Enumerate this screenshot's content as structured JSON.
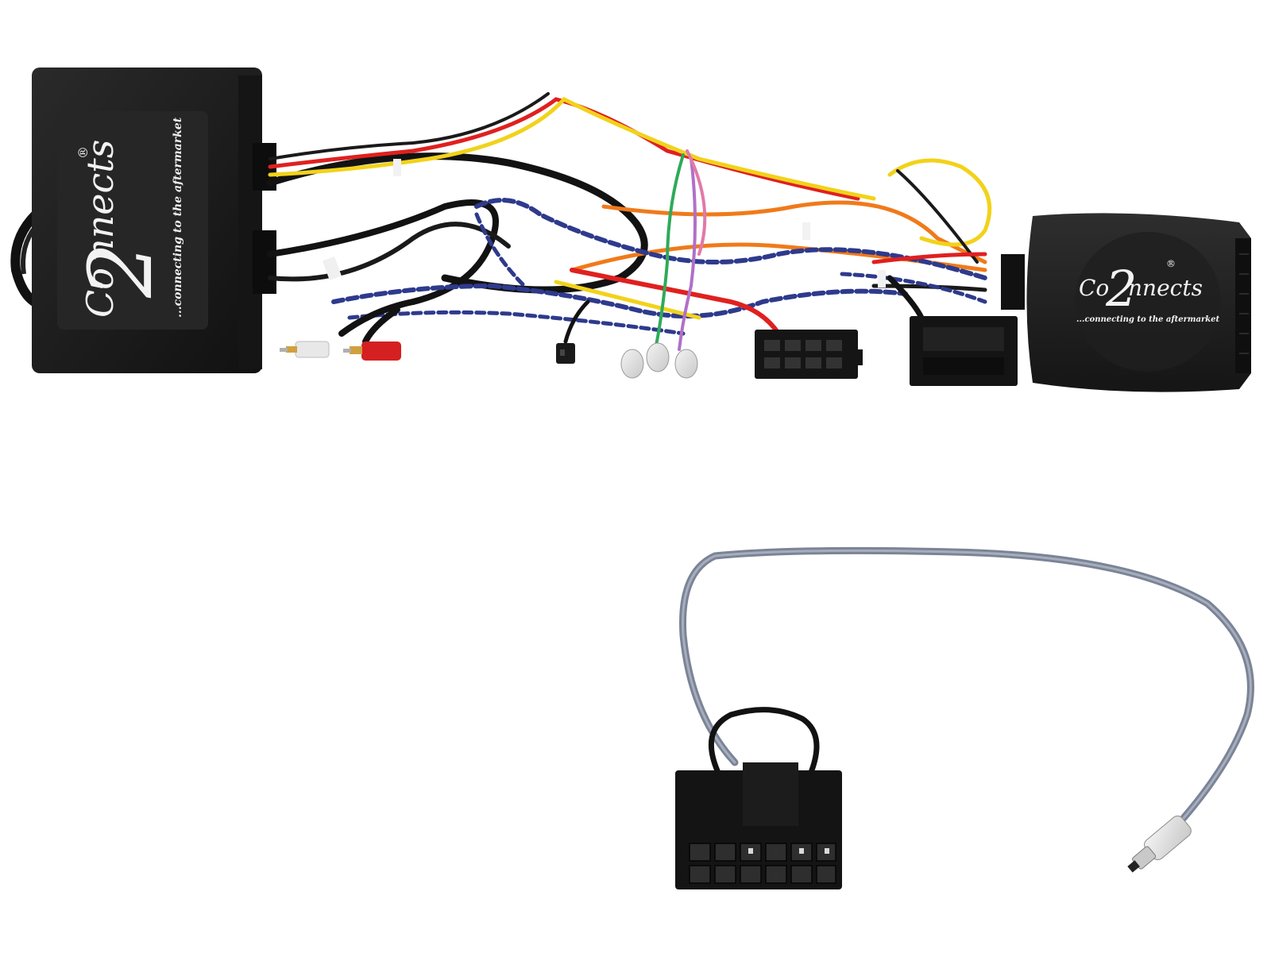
{
  "brand": {
    "script_part_1": "Co",
    "script_part_2": "nnects",
    "big_digit": "2",
    "registered_mark": "®",
    "tagline_left": "...connecting to the aftermarket",
    "tagline_right": "...connecting to the aftermarket"
  },
  "colors": {
    "housing": "#1c1c1c",
    "wire_red": "#e02020",
    "wire_yellow": "#f2d21a",
    "wire_orange": "#f07a1a",
    "wire_black": "#121212",
    "wire_blue": "#2e3a8c",
    "wire_green": "#2faa5a",
    "wire_violet": "#b070c8",
    "wire_pink": "#e07aa8",
    "wire_grey": "#7b8496"
  },
  "icons": [
    "module-box",
    "rca-plug",
    "iso-connector",
    "quadlock-connector",
    "multi-pin-connector",
    "antenna-plug"
  ]
}
